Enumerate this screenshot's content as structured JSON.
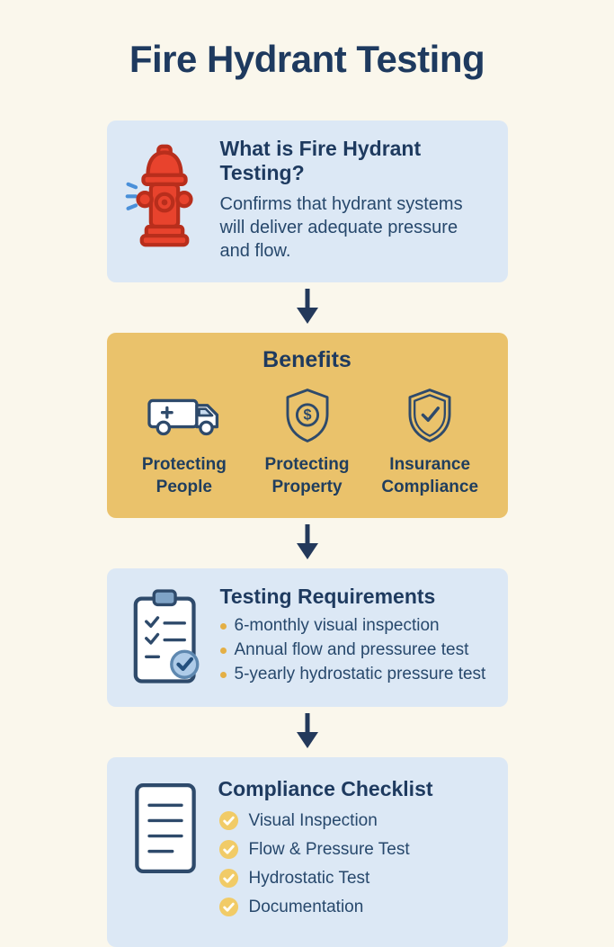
{
  "title": "Fire Hydrant Testing",
  "intro": {
    "title": "What is Fire Hydrant Testing?",
    "body": "Confirms that hydrant systems will deliver adequate pressure and flow.",
    "icon": "fire-hydrant-icon"
  },
  "benefits": {
    "title": "Benefits",
    "items": [
      {
        "icon": "ambulance-icon",
        "label": "Protecting People"
      },
      {
        "icon": "dollar-shield-icon",
        "icon_glyph": "$",
        "label": "Protecting Property"
      },
      {
        "icon": "check-shield-icon",
        "label": "Insurance Compliance"
      }
    ]
  },
  "requirements": {
    "title": "Testing Requirements",
    "icon": "clipboard-check-icon",
    "bullets": [
      "6-monthly visual inspection",
      "Annual flow and pressuree test",
      "5-yearly hydrostatic pressure test"
    ]
  },
  "checklist": {
    "title": "Compliance Checklist",
    "icon": "document-icon",
    "items": [
      "Visual Inspection",
      "Flow & Pressure Test",
      "Hydrostatic Test",
      "Documentation"
    ]
  },
  "colors": {
    "background": "#FAF7EC",
    "card_blue": "#DCE8F5",
    "card_amber": "#EAC26B",
    "navy": "#1E3A5F",
    "body_text": "#27486C",
    "hydrant_red": "#E8432D",
    "check_circle": "#F1CB67",
    "bullet_amber": "#E4AF45"
  }
}
